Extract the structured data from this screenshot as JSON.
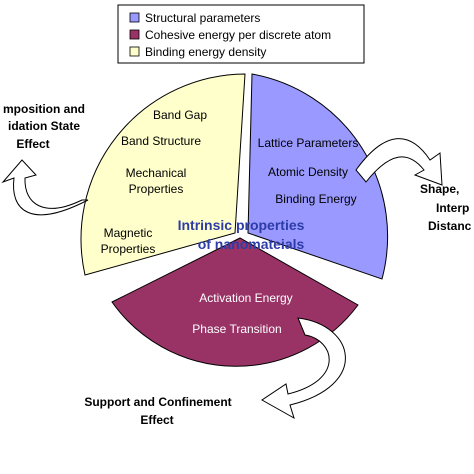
{
  "legend": {
    "items": [
      {
        "label": "Structural parameters",
        "color": "#9999ff"
      },
      {
        "label": "Cohesive energy per discrete atom",
        "color": "#993366"
      },
      {
        "label": "Binding energy density",
        "color": "#ffffcc"
      }
    ]
  },
  "sectors": {
    "binding_energy_density": {
      "color": "#ffffcc",
      "items": [
        "Band Gap",
        "Band Structure",
        "Mechanical",
        "Properties",
        "Magnetic",
        "Properties"
      ]
    },
    "structural_parameters": {
      "color": "#9999ff",
      "items": [
        "Lattice Parameters",
        "Atomic Density",
        "Binding Energy"
      ]
    },
    "cohesive_energy": {
      "color": "#993366",
      "items": [
        "Activation Energy",
        "Phase Transition"
      ]
    }
  },
  "center": {
    "line1": "Intrinsic properties",
    "line2": "of nanomateials"
  },
  "effects": {
    "left": {
      "line1": "mposition and",
      "line2": "idation State",
      "line3": "Effect"
    },
    "right": {
      "line1": "Shape,",
      "line2": "Interp",
      "line3": "Distanc"
    },
    "bottom": {
      "line1": "Support and Confinement",
      "line2": "Effect"
    }
  }
}
